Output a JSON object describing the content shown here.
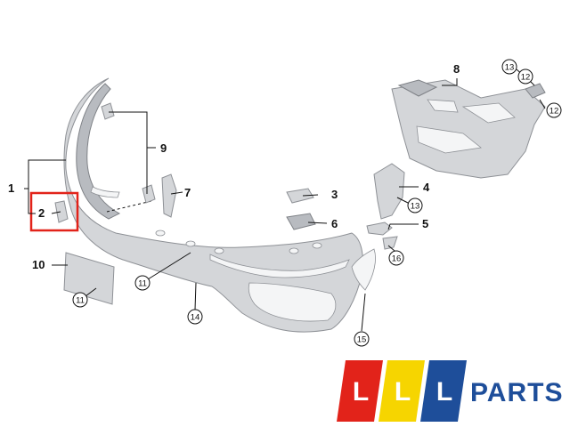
{
  "callouts": {
    "c1": "1",
    "c2": "2",
    "c3": "3",
    "c4": "4",
    "c5": "5",
    "c6": "6",
    "c7": "7",
    "c8": "8",
    "c9": "9",
    "c10": "10",
    "c11a": "11",
    "c11b": "11",
    "c12a": "12",
    "c12b": "12",
    "c13a": "13",
    "c13b": "13",
    "c14": "14",
    "c15": "15",
    "c16": "16"
  },
  "highlight": {
    "color": "#e2231a",
    "part": "2"
  },
  "logo": {
    "letters": [
      "L",
      "L",
      "L"
    ],
    "word": "PARTS",
    "colors": {
      "red": "#e2231a",
      "yellow": "#f6d500",
      "blue": "#1e4e9a"
    }
  }
}
